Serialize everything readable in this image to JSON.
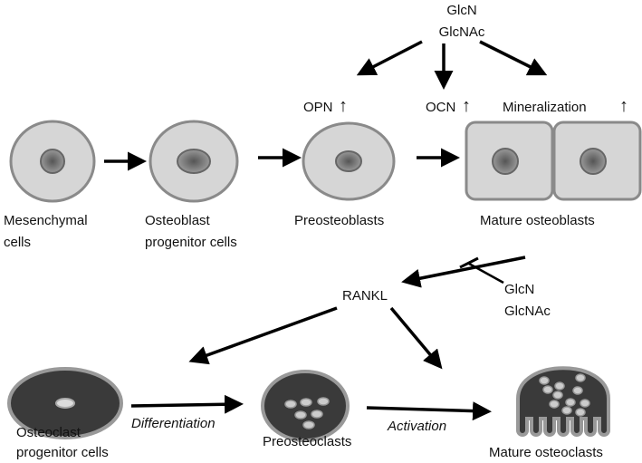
{
  "top_agents": {
    "line1": "GlcN",
    "line2": "GlcNAc"
  },
  "markers": {
    "opn": "OPN",
    "ocn": "OCN",
    "mineralization": "Mineralization",
    "up_arrow": "↑"
  },
  "osteoblast_lineage": {
    "mesenchymal": [
      "Mesenchymal",
      "cells"
    ],
    "progenitor": [
      "Osteoblast",
      "progenitor cells"
    ],
    "preosteoblasts": "Preosteoblasts",
    "mature": "Mature osteoblasts"
  },
  "inhibitor": {
    "line1": "GlcN",
    "line2": "GlcNAc"
  },
  "rankl": "RANKL",
  "osteoclast_lineage": {
    "progenitor": [
      "Osteoclast",
      "progenitor cells"
    ],
    "differentiation": "Differentiation",
    "preosteoclasts": "Preosteoclasts",
    "activation": "Activation",
    "mature": "Mature osteoclasts"
  },
  "colors": {
    "cell_fill": "#d6d6d6",
    "cell_stroke": "#8a8a8a",
    "osteoclast_fill": "#3a3a3a",
    "nucleus": "#777777"
  }
}
